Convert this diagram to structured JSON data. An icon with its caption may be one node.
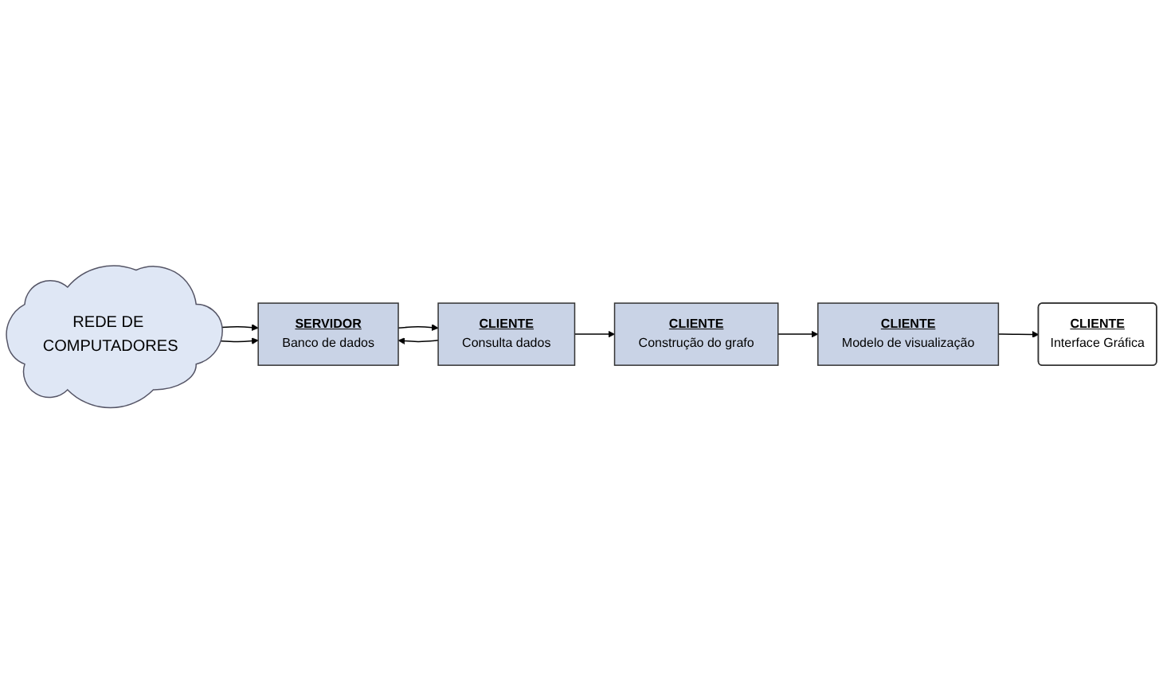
{
  "diagram": {
    "nodes": [
      {
        "text": [
          "REDE DE COMPUTADORES"
        ]
      },
      {
        "text": [
          "SERVIDOR",
          "Banco de dados"
        ]
      },
      {
        "text": [
          "CLIENTE",
          "Consulta dados"
        ]
      },
      {
        "text": [
          "CLIENTE",
          "Construção do grafo"
        ]
      },
      {
        "text": [
          "CLIENTE",
          "Modelo de visualização"
        ]
      },
      {
        "text": [
          "CLIENTE",
          "Interface Gráfica"
        ]
      }
    ],
    "edges": [
      {
        "from": 0,
        "to": 1,
        "arrow": "to"
      },
      {
        "from": 0,
        "to": 1,
        "arrow": "to"
      },
      {
        "from": 1,
        "to": 2,
        "arrow": "to"
      },
      {
        "from": 2,
        "to": 1,
        "arrow": "to"
      },
      {
        "from": 2,
        "to": 3,
        "arrow": "to"
      },
      {
        "from": 3,
        "to": 4,
        "arrow": "to"
      },
      {
        "from": 4,
        "to": 5,
        "arrow": "to"
      }
    ]
  }
}
